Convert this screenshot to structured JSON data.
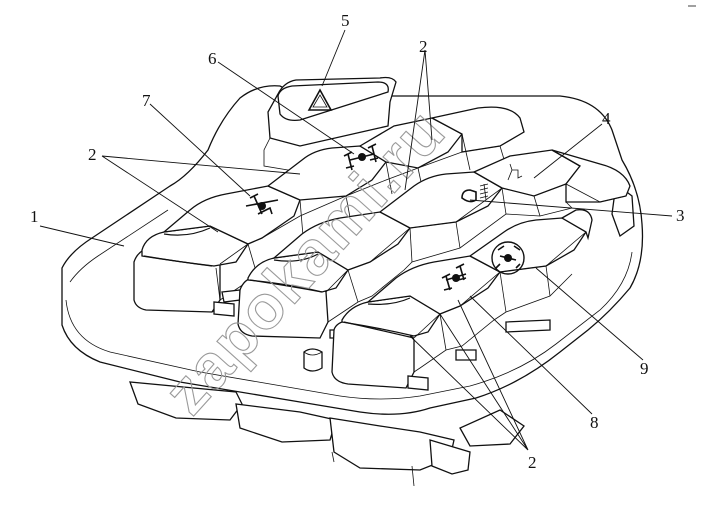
{
  "callouts": {
    "c1": "1",
    "c2a": "2",
    "c2b": "2",
    "c2c": "2",
    "c3": "3",
    "c4": "4",
    "c5": "5",
    "c6": "6",
    "c7": "7",
    "c8": "8",
    "c9": "9"
  },
  "watermark": "zapokami.ru",
  "icons": {
    "hazard": "hazard-triangle-icon",
    "front_axle_lock": "axle-lock-icon",
    "center_diff_lock": "differential-lock-icon",
    "rear_fog": "rear-fog-lamp-icon",
    "work_lamp": "work-lamp-icon",
    "rear_diff": "rear-differential-icon",
    "wheel_diff": "wheel-differential-icon"
  },
  "colors": {
    "line": "#111111",
    "watermark": "#9a9a9a",
    "background": "#ffffff"
  }
}
